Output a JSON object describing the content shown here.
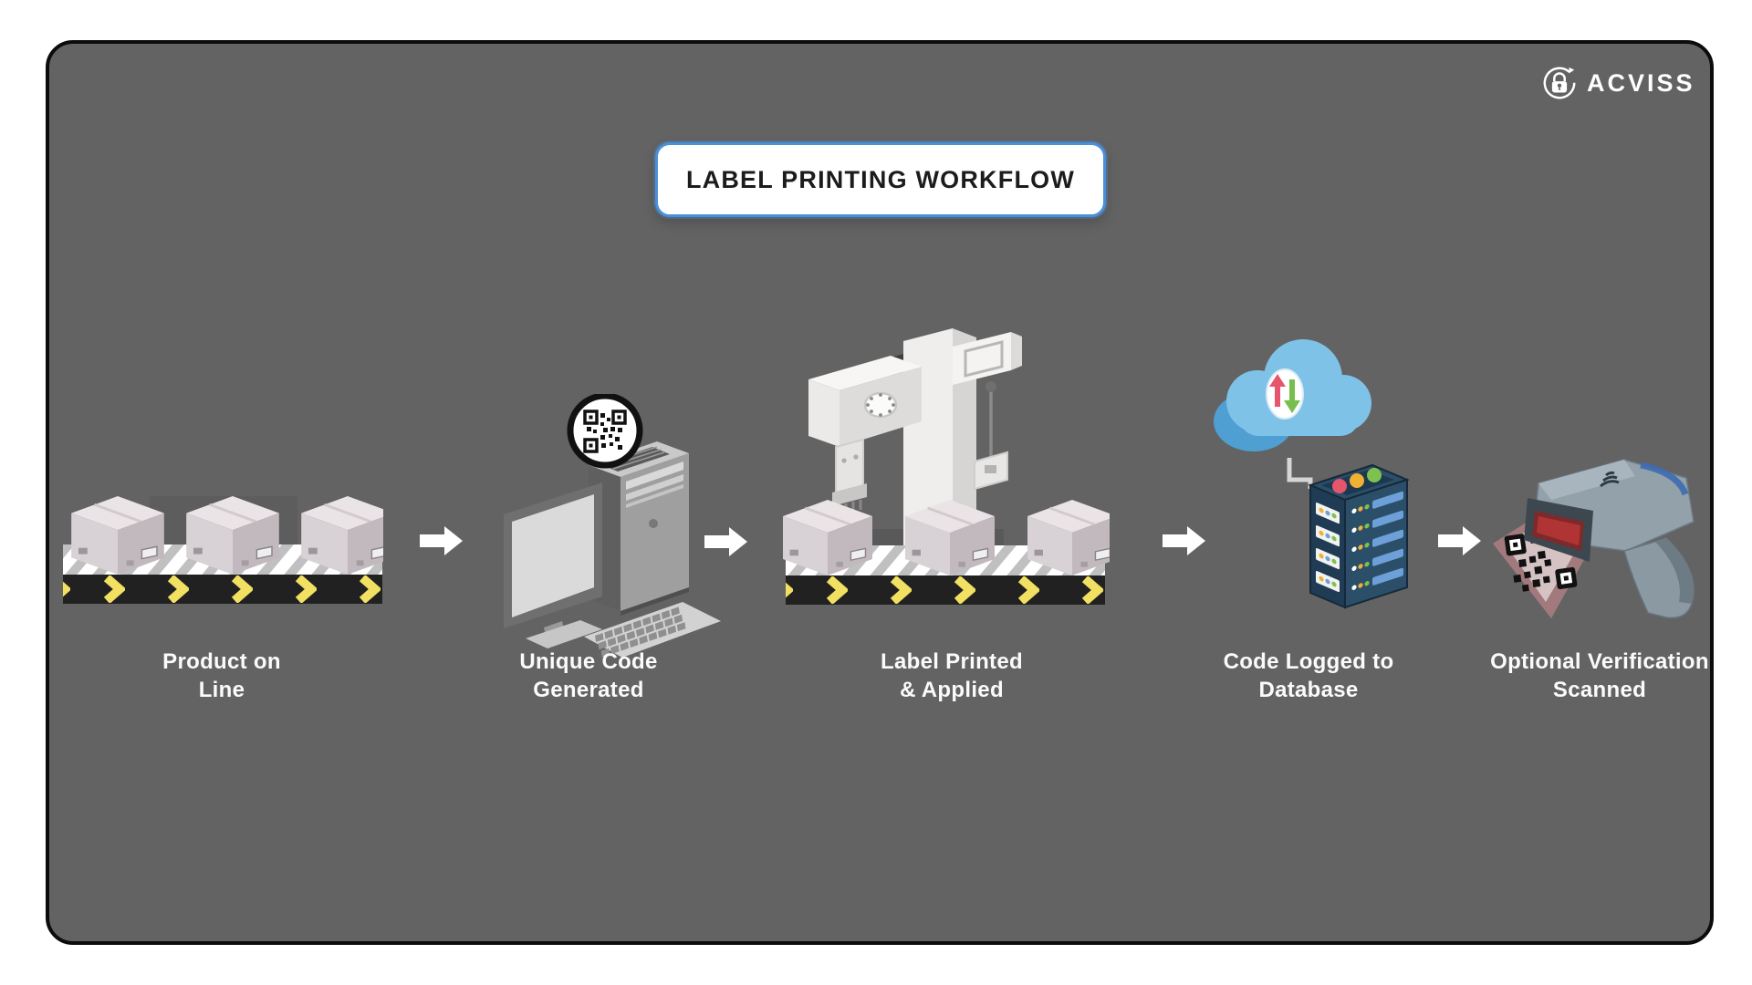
{
  "logo": {
    "brand": "ACVISS",
    "icon": "lock-refresh-circle-icon"
  },
  "title": {
    "text": "LABEL PRINTING WORKFLOW"
  },
  "steps": [
    {
      "id": "product-on-line",
      "icon": "conveyor-boxes-illustration",
      "lines": [
        "Product on",
        "Line"
      ]
    },
    {
      "id": "unique-code-generated",
      "icon": "computer-qr-illustration",
      "lines": [
        "Unique Code",
        "Generated"
      ]
    },
    {
      "id": "label-printed-applied",
      "icon": "label-printer-illustration",
      "lines": [
        "Label Printed",
        "& Applied"
      ]
    },
    {
      "id": "code-logged-to-database",
      "icon": "cloud-server-illustration",
      "lines": [
        "Code Logged to",
        "Database"
      ]
    },
    {
      "id": "optional-verification",
      "icon": "barcode-scanner-illustration",
      "lines": [
        "Optional Verification",
        "Scanned"
      ]
    }
  ],
  "arrows": {
    "count": 4,
    "direction": "right"
  },
  "colors": {
    "canvas_bg": "#ffffff",
    "panel_bg": "#636363",
    "panel_border": "#0c0c0c",
    "title_bg": "#ffffff",
    "title_border": "#4a90d9",
    "title_text": "#1c1c1c",
    "label_text": "#fbfbfb",
    "logo_text": "#ffffff",
    "arrow": "#ffffff",
    "chevron_yellow": "#f2e062",
    "belt_black": "#212121",
    "laser_red": "#e05a6a",
    "cloud_blue": "#7fc2e8",
    "server_navy": "#2b4f68",
    "server_bar_blue": "#6d9fd8",
    "led_red": "#e5566d",
    "led_yellow": "#efb033",
    "led_green": "#7dc24f",
    "scanner_gray": "#93a1ab",
    "box_top_gray": "#eae4e7",
    "machine_white": "#efeeec",
    "qr_black": "#111111"
  }
}
